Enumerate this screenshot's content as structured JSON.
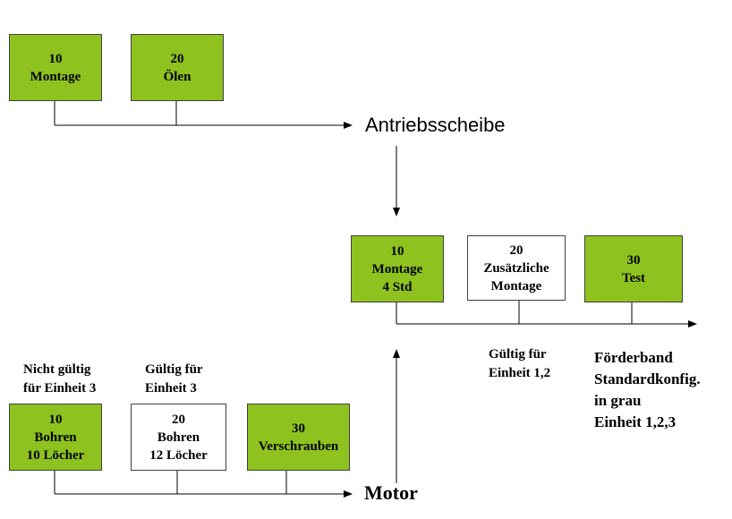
{
  "top_group": {
    "box1": {
      "num": "10",
      "name": "Montage"
    },
    "box2": {
      "num": "20",
      "name": "Ölen"
    },
    "result": "Antriebsscheibe"
  },
  "middle_group": {
    "box1": {
      "num": "10",
      "name": "Montage",
      "extra": "4 Std"
    },
    "box2": {
      "num": "20",
      "name": "Zusätzliche",
      "name2": "Montage"
    },
    "box3": {
      "num": "30",
      "name": "Test"
    },
    "note": {
      "line1": "Gültig für",
      "line2": "Einheit 1,2"
    }
  },
  "bottom_group": {
    "label1": {
      "line1": "Nicht gültig",
      "line2": "für Einheit 3"
    },
    "label2": {
      "line1": "Gültig für",
      "line2": "Einheit 3"
    },
    "box1": {
      "num": "10",
      "name": "Bohren",
      "extra": "10 Löcher"
    },
    "box2": {
      "num": "20",
      "name": "Bohren",
      "extra": "12 Löcher"
    },
    "box3": {
      "num": "30",
      "name": "Verschrauben"
    },
    "result": "Motor"
  },
  "legend": {
    "line1": "Förderband",
    "line2": "Standardkonfig.",
    "line3": "in grau",
    "line4": "Einheit 1,2,3"
  },
  "colors": {
    "green": "#8dc21f",
    "white": "#ffffff",
    "line": "#000000"
  }
}
